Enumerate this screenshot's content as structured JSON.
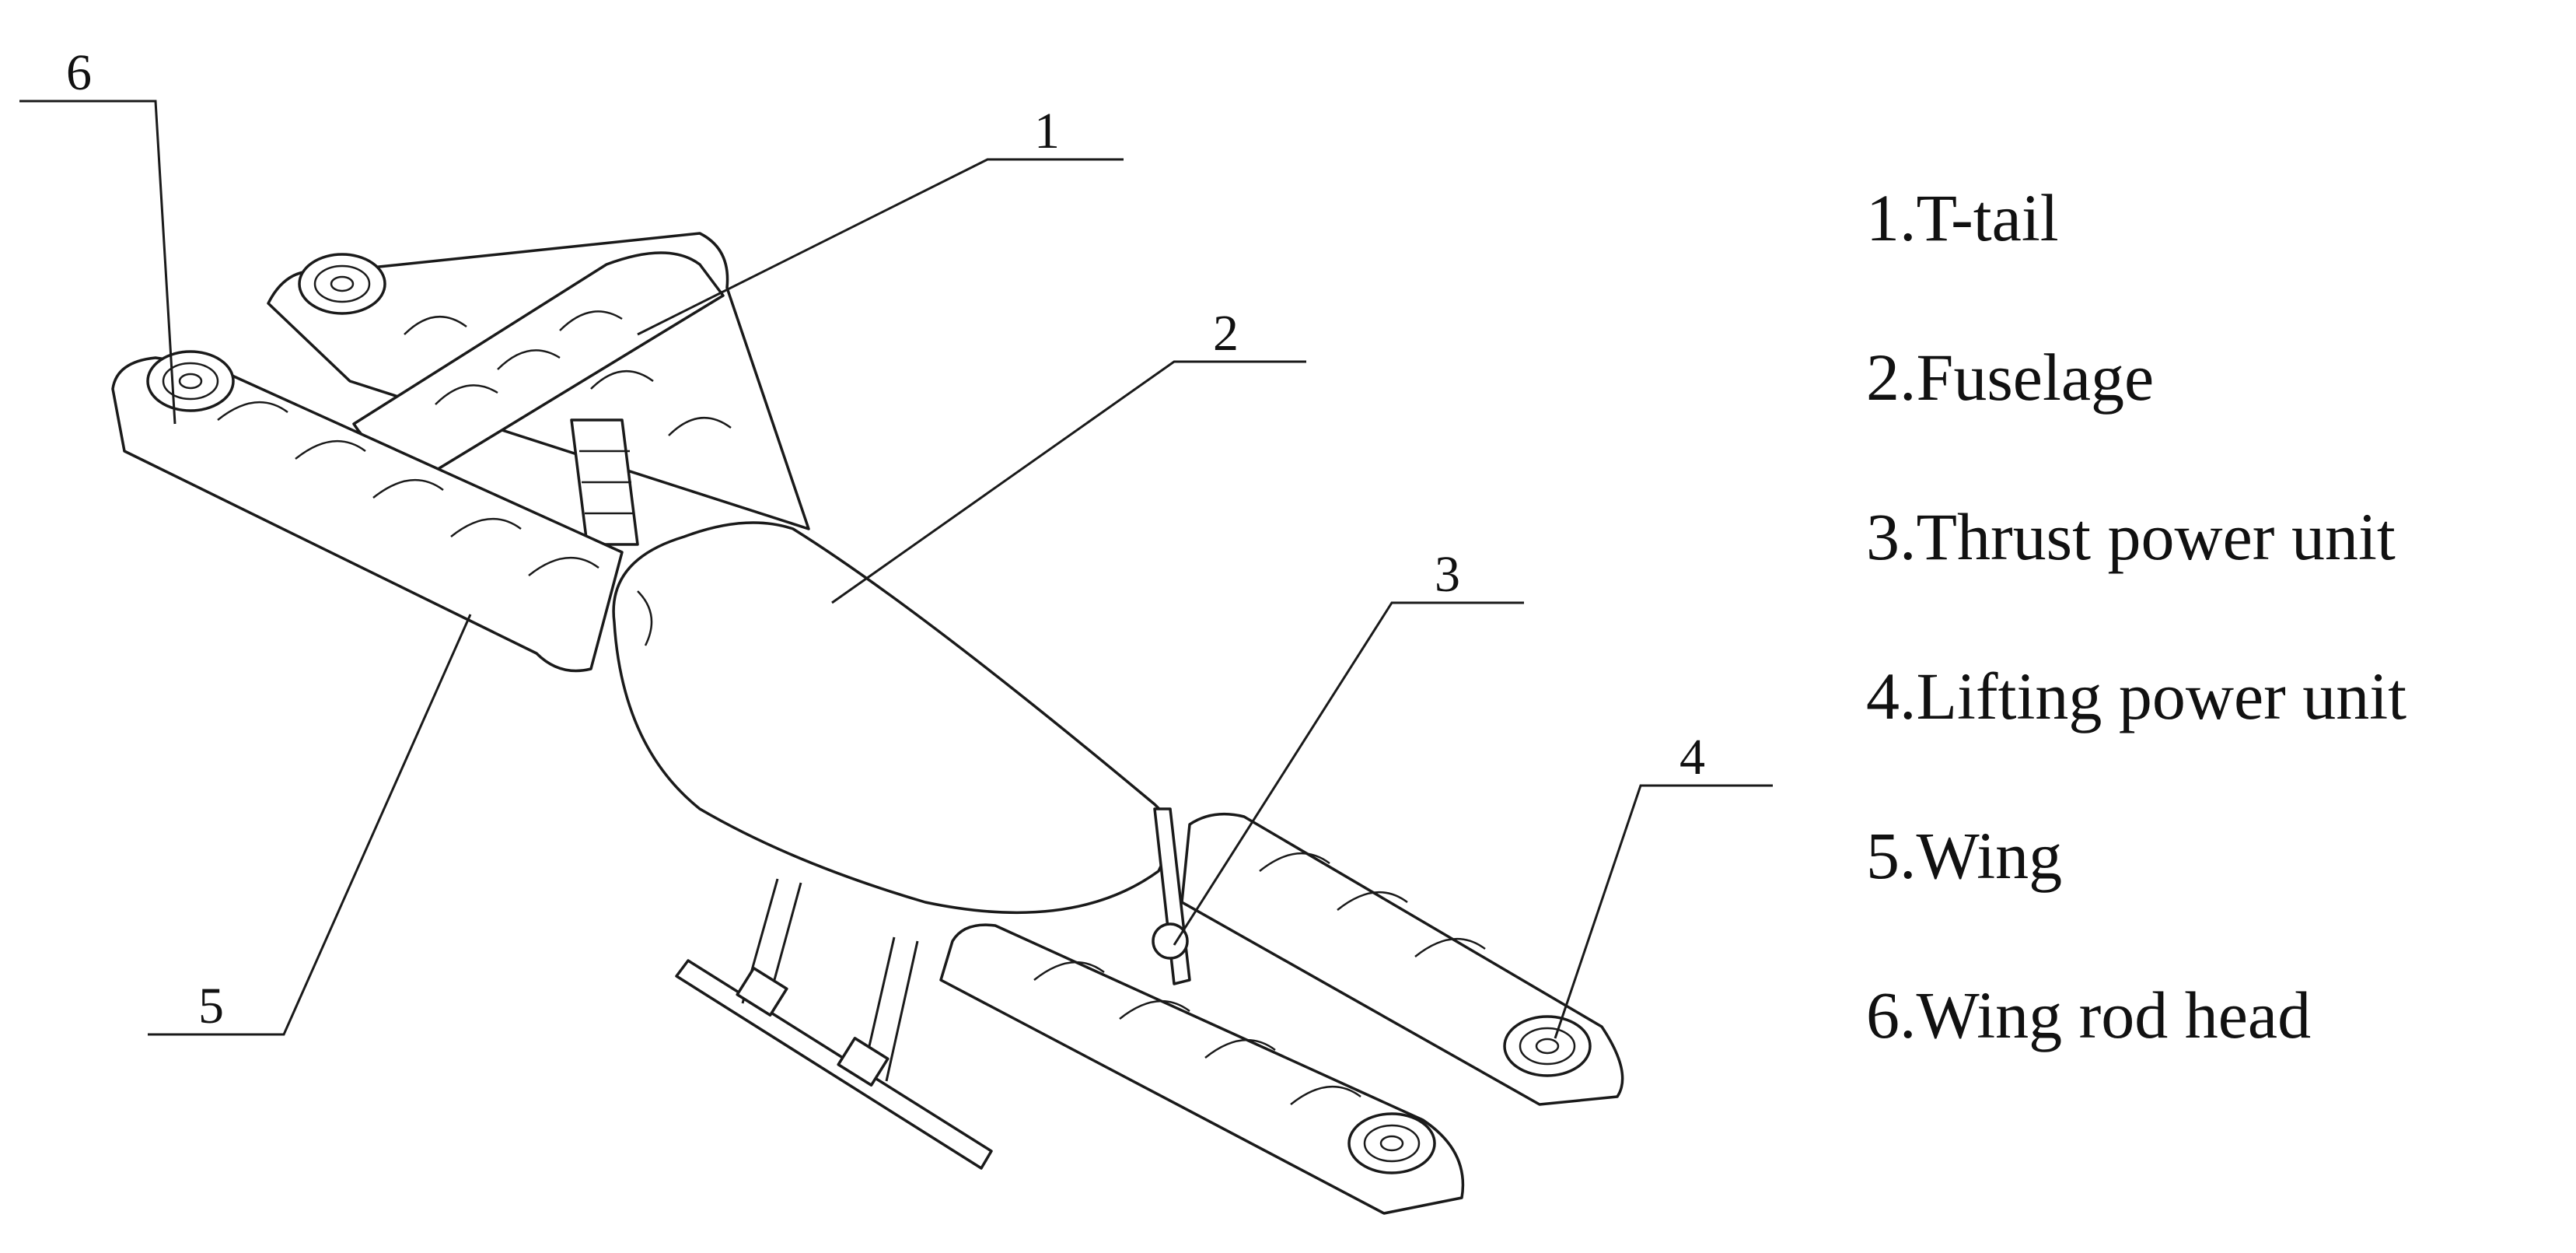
{
  "callouts": [
    {
      "number": "1"
    },
    {
      "number": "2"
    },
    {
      "number": "3"
    },
    {
      "number": "4"
    },
    {
      "number": "5"
    },
    {
      "number": "6"
    }
  ],
  "legend": [
    "1.T-tail",
    "2.Fuselage",
    "3.Thrust power unit",
    "4.Lifting power unit",
    "5.Wing",
    "6.Wing rod head"
  ]
}
